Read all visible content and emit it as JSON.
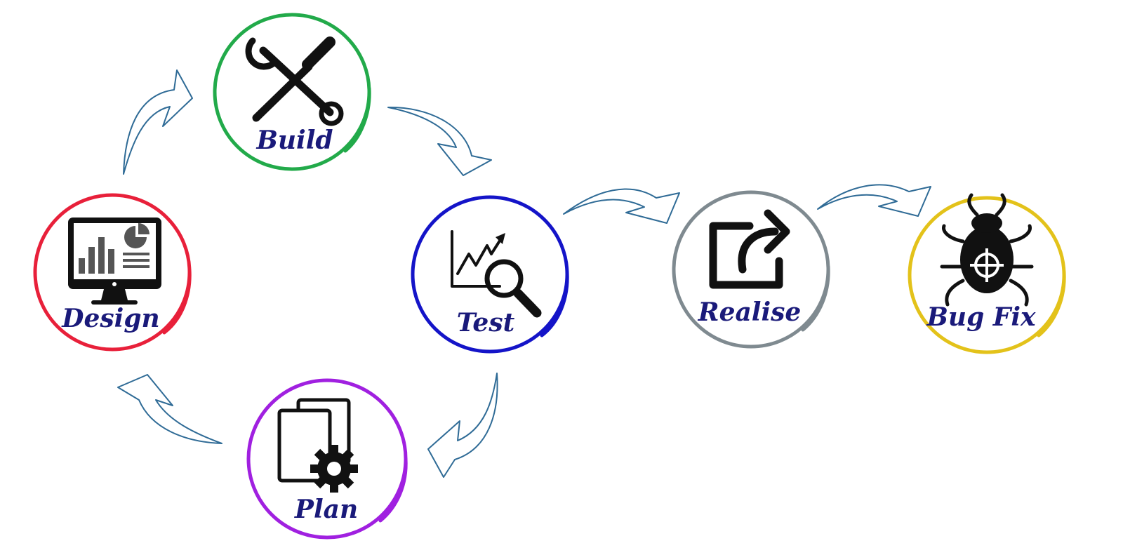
{
  "stages": {
    "build": {
      "label": "Build",
      "color": "#22aa4a",
      "icon": "wrench-screwdriver-icon"
    },
    "test": {
      "label": "Test",
      "color": "#1414c8",
      "icon": "chart-magnifier-icon"
    },
    "plan": {
      "label": "Plan",
      "color": "#a020e0",
      "icon": "documents-gear-icon"
    },
    "design": {
      "label": "Design",
      "color": "#e8203a",
      "icon": "monitor-chart-icon"
    },
    "realise": {
      "label": "Realise",
      "color": "#7f8a90",
      "icon": "share-export-icon"
    },
    "bugfix": {
      "label": "Bug Fix",
      "color": "#e3c21a",
      "icon": "bug-target-icon"
    }
  },
  "arrow_color": "#2f6b96",
  "label_color": "#1a1a7a"
}
